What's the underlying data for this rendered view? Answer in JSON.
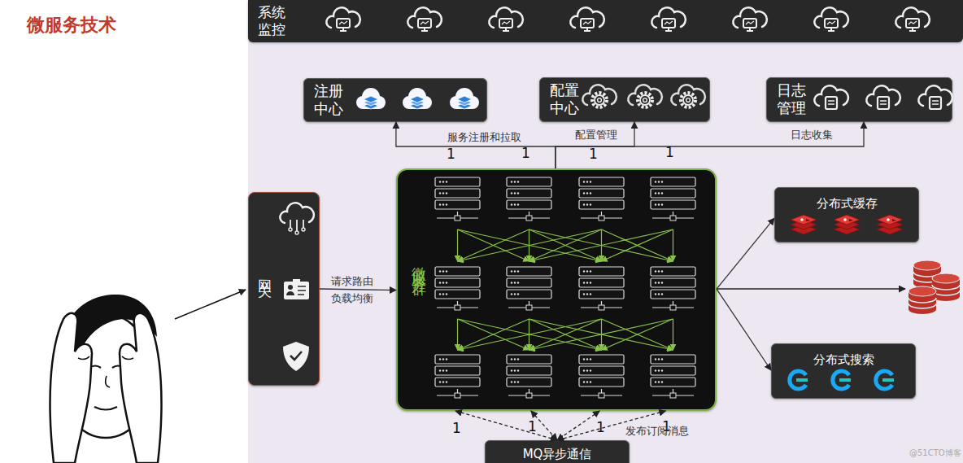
{
  "diagram": {
    "title": "微服务技术",
    "nodes": [
      {
        "text": [
          "系统 监控"
        ]
      },
      {
        "text": [
          "注册 中心"
        ]
      },
      {
        "text": [
          "配置 中心"
        ]
      },
      {
        "text": [
          "日志 管理"
        ]
      },
      {
        "text": [
          "网关"
        ]
      },
      {
        "text": [
          "微服务群"
        ]
      },
      {
        "text": [
          "分布式缓存"
        ]
      },
      {
        "text": [
          "分布式搜索"
        ]
      },
      {
        "text": [
          "MQ异步通信"
        ]
      }
    ],
    "edges": [
      {
        "from": 5,
        "to": 1,
        "arrow": "to",
        "label": "服务注册和拉取"
      },
      {
        "from": 5,
        "to": 2,
        "arrow": "to",
        "label": "配置管理"
      },
      {
        "from": 5,
        "to": 3,
        "arrow": "to",
        "label": "日志收集"
      },
      {
        "from": 4,
        "to": 5,
        "arrow": "to",
        "label": "请求路由 负载均衡"
      },
      {
        "from": 5,
        "to": 6,
        "arrow": "to"
      },
      {
        "from": 5,
        "to": 7,
        "arrow": "to"
      },
      {
        "from": 5,
        "to": 8,
        "arrow": "both"
      },
      {
        "from": 5,
        "to": 8,
        "arrow": "both"
      },
      {
        "from": 5,
        "to": 8,
        "arrow": "both"
      },
      {
        "from": 5,
        "to": 8,
        "arrow": "both",
        "label": "发布订阅消息"
      }
    ],
    "labels": [
      "1",
      "1",
      "1",
      "1",
      "1",
      "1",
      "1",
      "1",
      "@51CTO博客"
    ]
  }
}
